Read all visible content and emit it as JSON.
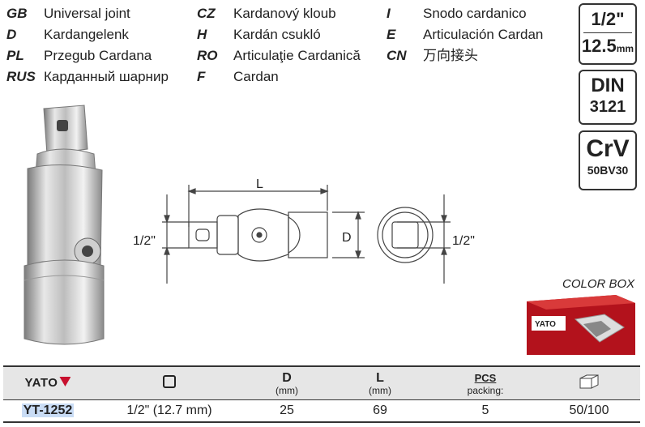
{
  "languages": [
    {
      "code": "GB",
      "name": "Universal joint"
    },
    {
      "code": "D",
      "name": "Kardangelenk"
    },
    {
      "code": "PL",
      "name": "Przegub Cardana"
    },
    {
      "code": "RUS",
      "name": "Карданный шарнир"
    },
    {
      "code": "CZ",
      "name": "Kardanový kloub"
    },
    {
      "code": "H",
      "name": "Kardán csukló"
    },
    {
      "code": "RO",
      "name": "Articulaţie Cardanică"
    },
    {
      "code": "F",
      "name": "Cardan"
    },
    {
      "code": "I",
      "name": "Snodo cardanico"
    },
    {
      "code": "E",
      "name": "Articulación Cardan"
    },
    {
      "code": "CN",
      "name": "万向接头"
    }
  ],
  "badges": {
    "drive_size": "1/2\"",
    "drive_mm": "12.5",
    "drive_mm_unit": "mm",
    "standard": "DIN",
    "standard_no": "3121",
    "material": "CrV",
    "material_grade": "50BV30"
  },
  "diagram": {
    "length_label": "L",
    "diameter_label": "D",
    "left_drive_label": "1/2\"",
    "right_drive_label": "1/2\""
  },
  "color_box_label": "COLOR BOX",
  "box_brand": "YATO",
  "table": {
    "brand": "YATO",
    "headers": {
      "d": "D",
      "d_unit": "(mm)",
      "l": "L",
      "l_unit": "(mm)",
      "pcs": "PCS",
      "pcs_unit": "packing:"
    },
    "row": {
      "code": "YT-1252",
      "size": "1/2\" (12.7 mm)",
      "d": "25",
      "l": "69",
      "pcs": "5",
      "box": "50/100"
    }
  }
}
